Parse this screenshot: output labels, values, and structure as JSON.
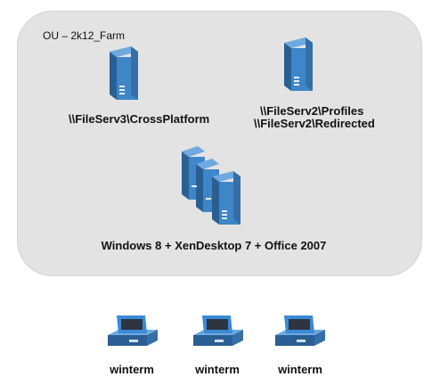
{
  "ou": {
    "label": "OU – 2k12_Farm"
  },
  "servers": [
    {
      "label_lines": [
        "\\\\FileServ3\\CrossPlatform"
      ]
    },
    {
      "label_lines": [
        "\\\\FileServ2\\Profiles",
        "\\\\FileServ2\\Redirected"
      ]
    }
  ],
  "farm": {
    "label": "Windows 8 + XenDesktop 7 + Office 2007"
  },
  "clients": [
    {
      "label": "winterm"
    },
    {
      "label": "winterm"
    },
    {
      "label": "winterm"
    }
  ],
  "colors": {
    "ou_background": "#e3e3e3",
    "server_front": "#3f86c9",
    "server_side": "#2a5f93",
    "server_top": "#6ea9df",
    "terminal_body": "#3b8ad6"
  },
  "icons": [
    "server-icon",
    "server-cluster-icon",
    "thin-client-icon"
  ]
}
